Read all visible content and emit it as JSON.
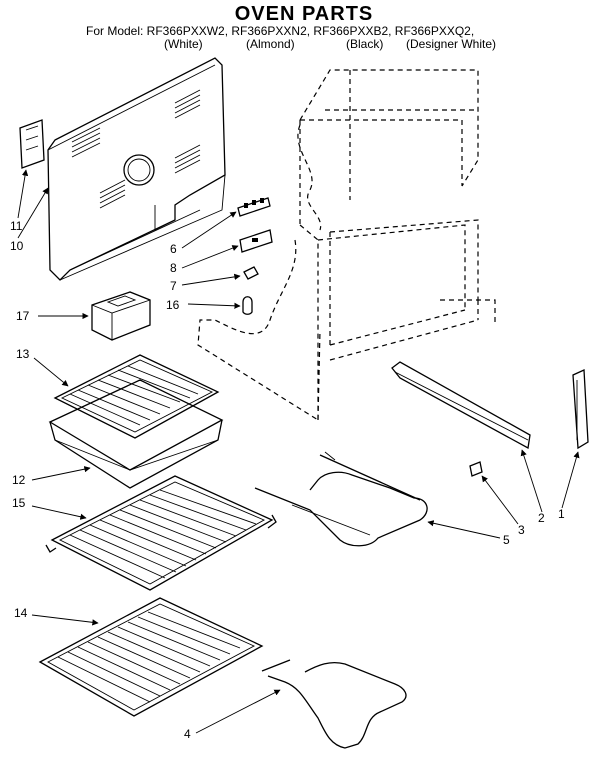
{
  "header": {
    "title": "OVEN PARTS",
    "models": "For Model: RF366PXXW2, RF366PXXN2, RF366PXXB2, RF366PXXQ2,",
    "variants": [
      "(White)",
      "(Almond)",
      "(Black)",
      "(Designer White)"
    ]
  },
  "callouts": {
    "c1": "1",
    "c2": "2",
    "c3": "3",
    "c4": "4",
    "c5": "5",
    "c6": "6",
    "c7": "7",
    "c8": "8",
    "c10": "10",
    "c11": "11",
    "c12": "12",
    "c13": "13",
    "c14": "14",
    "c15": "15",
    "c16": "16",
    "c17": "17"
  }
}
